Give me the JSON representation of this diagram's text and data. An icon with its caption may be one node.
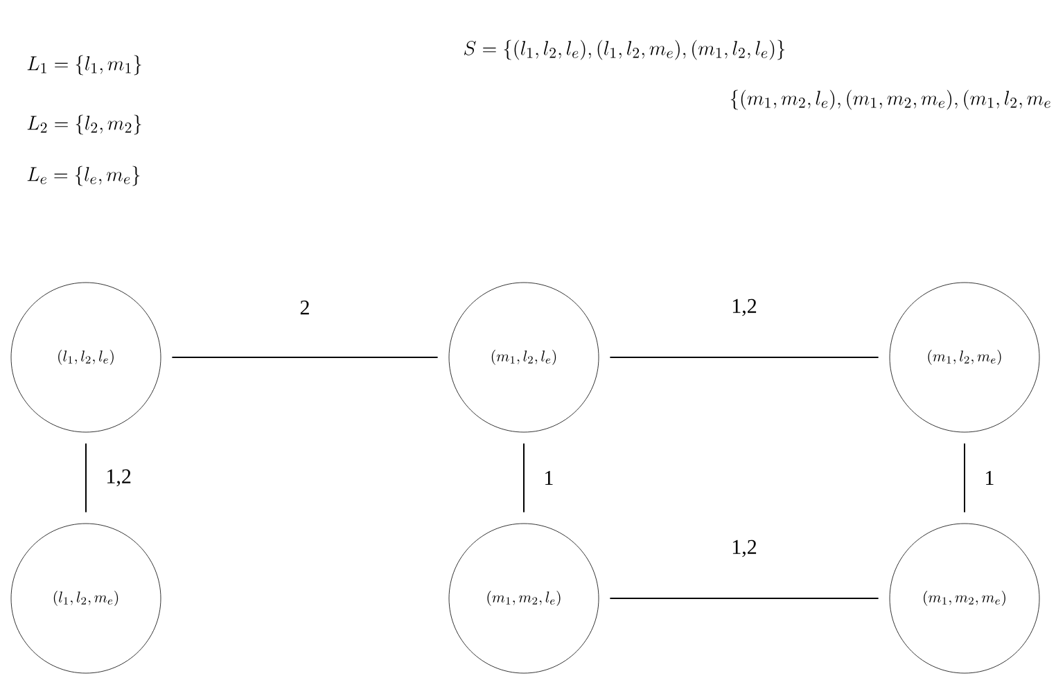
{
  "diagram": {
    "nodes": [
      {
        "text": [
          "(l_1,l_2,l_e)"
        ]
      },
      {
        "text": [
          "(m_1,l_2,l_e)"
        ]
      },
      {
        "text": [
          "(m_1,l_2,m_e)"
        ]
      },
      {
        "text": [
          "(l_1,l_2,m_e)"
        ]
      },
      {
        "text": [
          "(m_1,m_2,l_e)"
        ]
      },
      {
        "text": [
          "(m_1,m_2,m_e)"
        ]
      }
    ],
    "edges": [
      {
        "from": 0,
        "to": 1,
        "arrow": "none",
        "label": "2"
      },
      {
        "from": 1,
        "to": 2,
        "arrow": "none",
        "label": "1,2"
      },
      {
        "from": 0,
        "to": 3,
        "arrow": "none",
        "label": "1,2"
      },
      {
        "from": 1,
        "to": 4,
        "arrow": "none",
        "label": "1"
      },
      {
        "from": 2,
        "to": 5,
        "arrow": "none",
        "label": "1"
      },
      {
        "from": 4,
        "to": 5,
        "arrow": "none",
        "label": "1,2"
      }
    ],
    "labels": [
      "L_1=\\{l_1,m_1\\}",
      "S=\\{(l_1,l_2,l_e),(l_1,l_2,m_e),(m_1,l_2,l_e)\\}",
      "L_2=\\{l_2,m_2\\}",
      "\\{(m_1,m_2,l_e),(m_1,m_2,m_e),(m_1,l_2,m_e",
      "L_e=\\{l_e,m_e\\}"
    ]
  }
}
